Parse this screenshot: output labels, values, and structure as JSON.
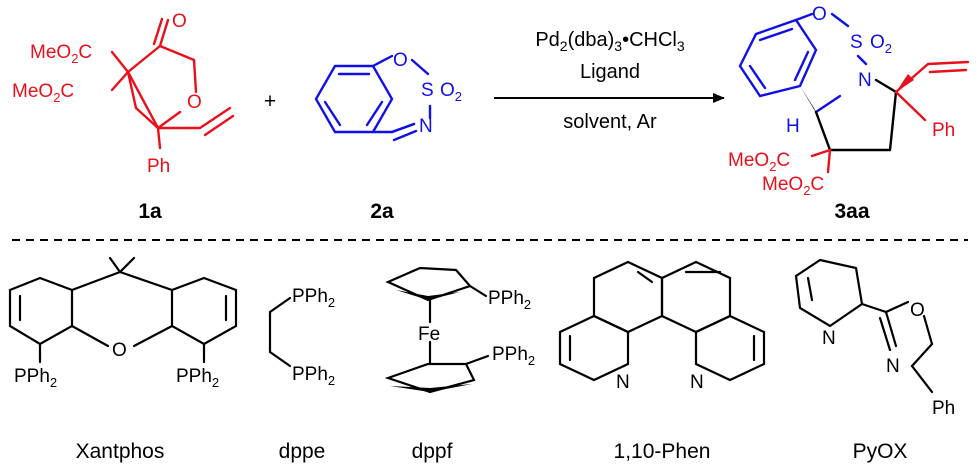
{
  "colors": {
    "red": "#e8101a",
    "blue": "#1010e6",
    "black": "#000000"
  },
  "reaction": {
    "plus": "+",
    "condition_catalyst": "Pd2(dba)3•CHCl3",
    "condition_ligand": "Ligand",
    "condition_solvent": "solvent, Ar"
  },
  "compounds": {
    "c1a": "1a",
    "c2a": "2a",
    "c3aa": "3aa"
  },
  "ligands": [
    {
      "name": "Xantphos"
    },
    {
      "name": "dppe"
    },
    {
      "name": "dppf"
    },
    {
      "name": "1,10-Phen"
    },
    {
      "name": "PyOX"
    }
  ],
  "atoms": {
    "meo2c": "MeO2C",
    "ph": "Ph",
    "o": "O",
    "n": "N",
    "s": "S",
    "so2": "SO2",
    "o2": "O2",
    "h": "H",
    "pph2": "PPh2",
    "fe": "Fe"
  }
}
